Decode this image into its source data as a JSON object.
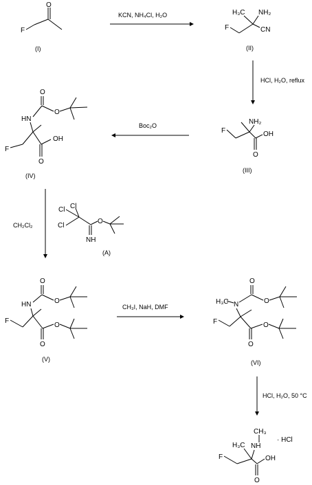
{
  "labels": {
    "I": "(I)",
    "II": "(II)",
    "III": "(III)",
    "IV": "(IV)",
    "A": "(A)",
    "V": "(V)",
    "VI": "(VI)"
  },
  "conditions": {
    "step1": "KCN, NH₄Cl, H₂O",
    "step2": "HCl, H₂O, reflux",
    "step3": "Boc₂O",
    "step4": "CH₂Cl₂",
    "step5": "CH₃I, NaH, DMF",
    "step6": "HCl, H₂O, 50 °C"
  },
  "atoms": {
    "F": "F",
    "O": "O",
    "OH": "OH",
    "NH": "NH",
    "HN": "HN",
    "NH2": "NH₂",
    "CH3": "CH₃",
    "H3C": "H₃C",
    "CN": "CN",
    "N": "N",
    "Cl": "Cl",
    "HCl": "· HCl"
  }
}
